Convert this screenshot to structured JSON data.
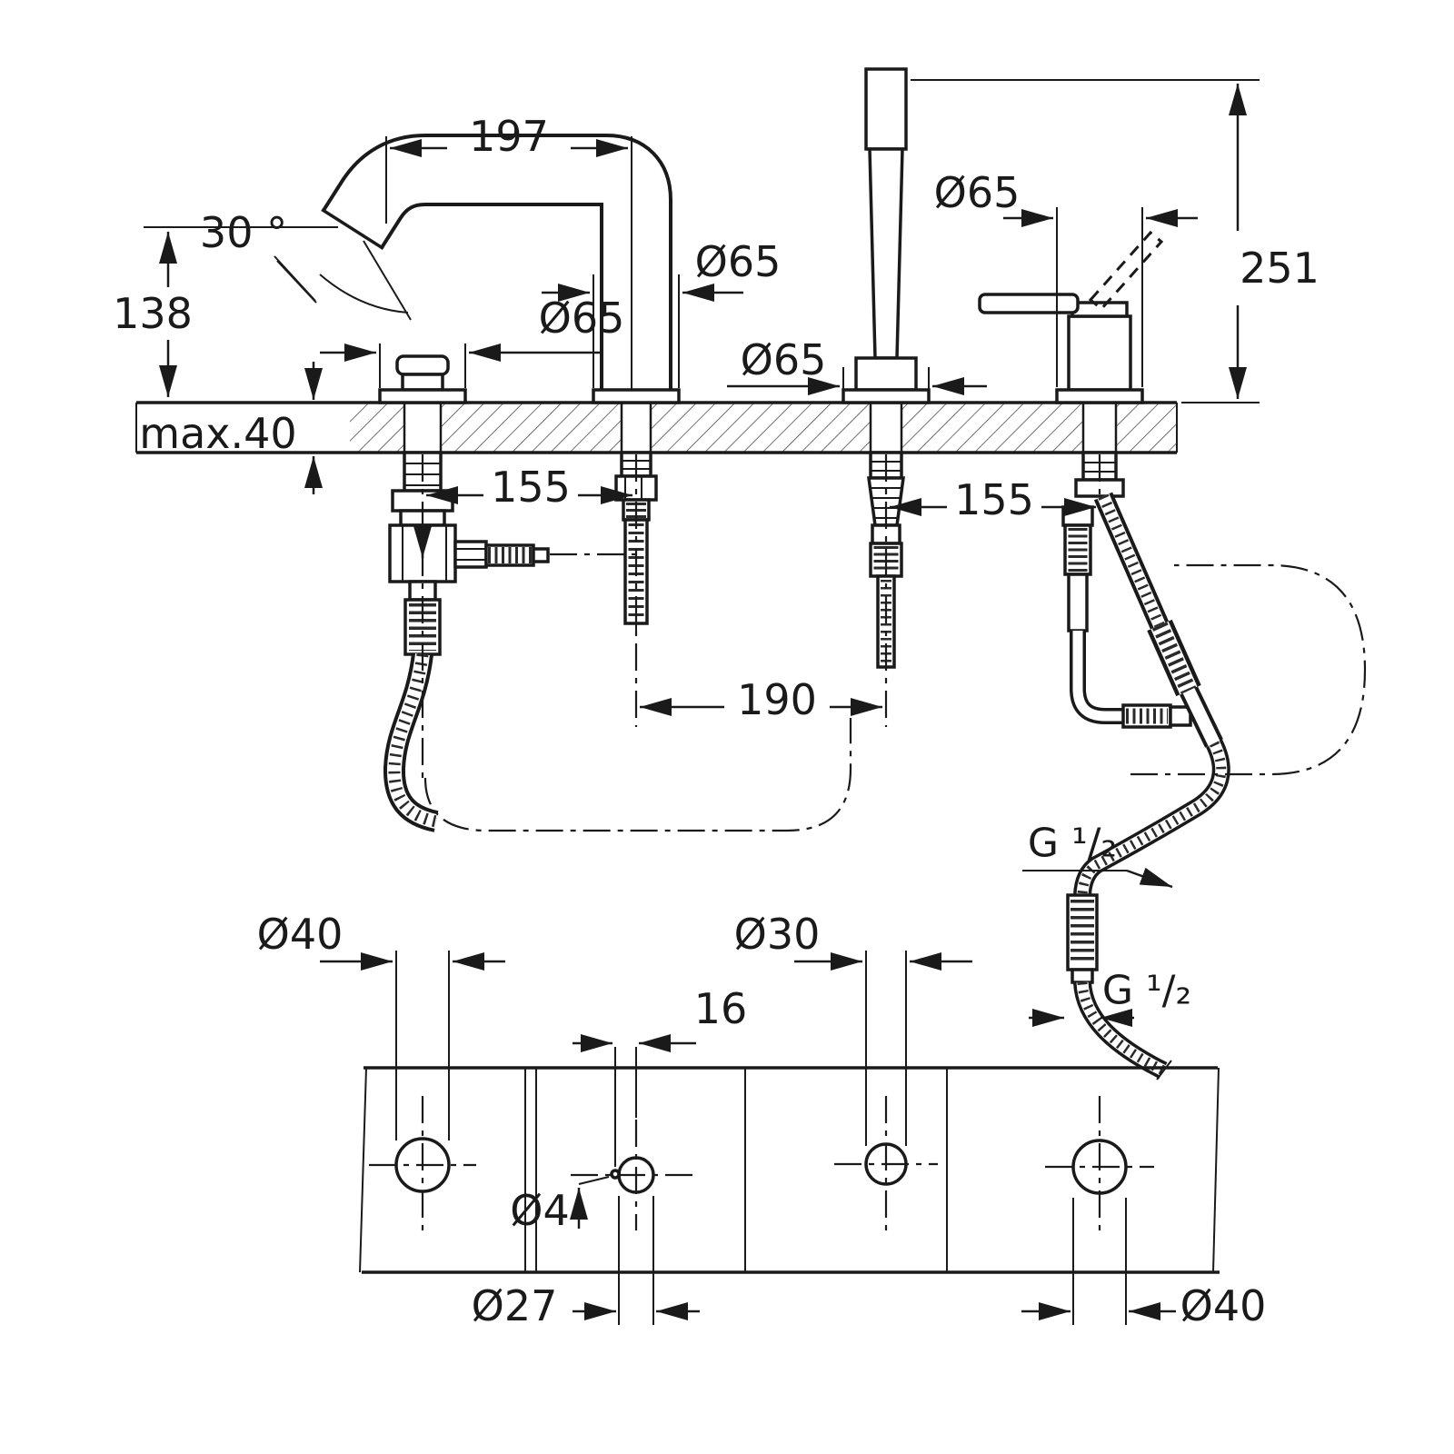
{
  "drawing": {
    "background": "#ffffff",
    "line_color": "#1a1a1a",
    "side_view": {
      "dim_spout_reach": "197",
      "dim_spout_angle": "30 °",
      "dim_spout_height": "138",
      "dim_deck_thickness": "max.40",
      "dim_escutcheon_hole1": "Ø65",
      "dim_escutcheon_hole2": "Ø65",
      "dim_escutcheon_hole3": "Ø65",
      "dim_escutcheon_hole4": "Ø65",
      "dim_handshower_height": "251",
      "dim_spacing_left": "155",
      "dim_spacing_right": "155",
      "dim_spacing_center": "190",
      "dim_hose_thread_upper": "G ¹/₂",
      "dim_hose_thread_lower": "G ¹/₂"
    },
    "plan_view": {
      "dim_hole1_diameter": "Ø40",
      "dim_hole3_diameter": "Ø30",
      "dim_pin_offset": "16",
      "dim_pin_diameter": "Ø4",
      "dim_hole2_diameter": "Ø27",
      "dim_hole4_diameter": "Ø40"
    }
  }
}
